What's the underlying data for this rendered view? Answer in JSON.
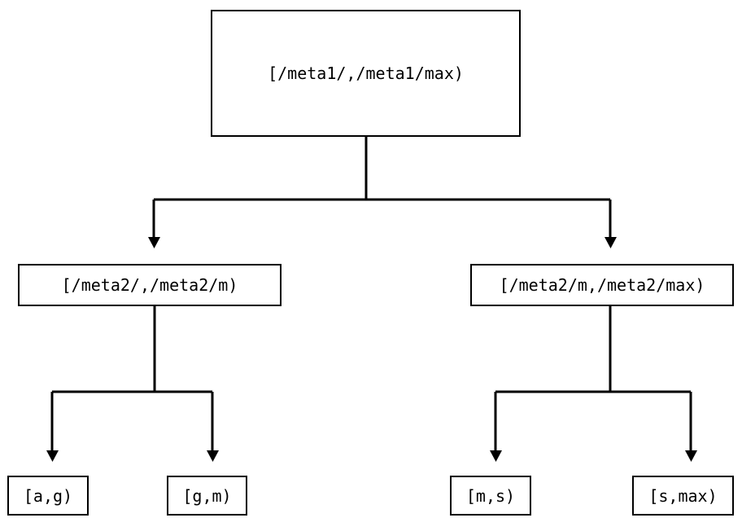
{
  "diagram": {
    "type": "tree",
    "title": "",
    "background_color": "#ffffff",
    "line_color": "#000000",
    "text_color": "#000000",
    "nodes": {
      "root": {
        "label": "[/meta1/,/meta1/max)",
        "level": 0
      },
      "mid_left": {
        "label": "[/meta2/,/meta2/m)",
        "level": 1
      },
      "mid_right": {
        "label": "[/meta2/m,/meta2/max)",
        "level": 1
      },
      "leaf_ag": {
        "label": "[a,g)",
        "level": 2
      },
      "leaf_gm": {
        "label": "[g,m)",
        "level": 2
      },
      "leaf_ms": {
        "label": "[m,s)",
        "level": 2
      },
      "leaf_smax": {
        "label": "[s,max)",
        "level": 2
      }
    },
    "edges": [
      {
        "from": "root",
        "to": "mid_left",
        "arrow": "arrowhead-down-icon"
      },
      {
        "from": "root",
        "to": "mid_right",
        "arrow": "arrowhead-down-icon"
      },
      {
        "from": "mid_left",
        "to": "leaf_ag",
        "arrow": "arrowhead-down-icon"
      },
      {
        "from": "mid_left",
        "to": "leaf_gm",
        "arrow": "arrowhead-down-icon"
      },
      {
        "from": "mid_right",
        "to": "leaf_ms",
        "arrow": "arrowhead-down-icon"
      },
      {
        "from": "mid_right",
        "to": "leaf_smax",
        "arrow": "arrowhead-down-icon"
      }
    ]
  }
}
